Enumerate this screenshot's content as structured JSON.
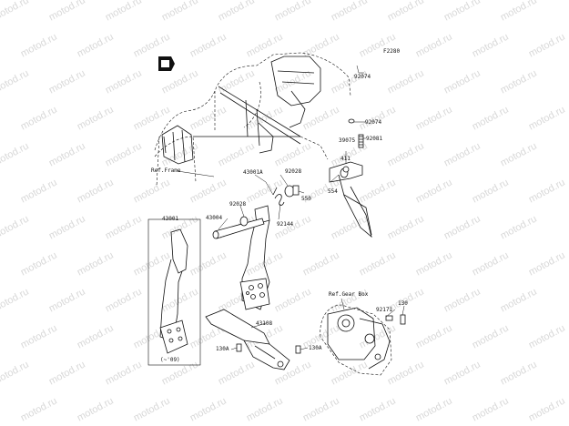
{
  "watermark_text": "motod.ru",
  "diagram_code": "F2280",
  "parts": {
    "p92074_top": "92074",
    "p92074_mid": "92074",
    "p92081": "92081",
    "p39075": "39075",
    "p411": "411",
    "p554": "554",
    "p92028_a": "92028",
    "p550": "550",
    "p43001a": "43001A",
    "p92028_b": "92028",
    "p43004": "43004",
    "p92144": "92144",
    "p43001": "43001",
    "p43108": "43108",
    "p130a_left": "130A",
    "p130a_right": "130A",
    "p92171": "92171",
    "p130": "130"
  },
  "refs": {
    "frame": "Ref.Frame",
    "gearbox": "Ref.Gear Box"
  },
  "notes": {
    "year": "(~'09)"
  }
}
